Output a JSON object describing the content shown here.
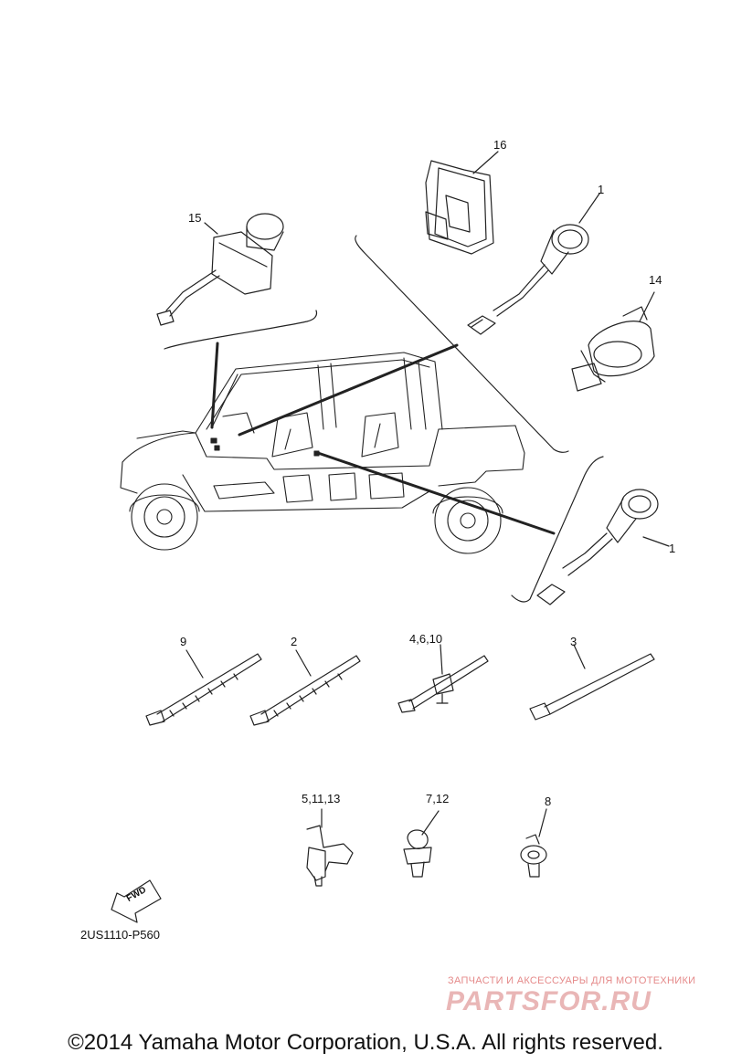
{
  "labels": {
    "p16": "16",
    "p1_top": "1",
    "p15": "15",
    "p14": "14",
    "p1_bottom": "1",
    "p9": "9",
    "p2": "2",
    "p4_6_10": "4,6,10",
    "p3": "3",
    "p5_11_13": "5,11,13",
    "p7_12": "7,12",
    "p8": "8"
  },
  "fwd": "FWD",
  "diagram_code": "2US1110-P560",
  "watermark": {
    "tagline": "ЗАПЧАСТИ И АКСЕССУАРЫ ДЛЯ МОТОТЕХНИКИ",
    "brand": "PARTSFOR.RU"
  },
  "copyright": "©2014 Yamaha Motor Corporation, U.S.A. All rights reserved.",
  "colors": {
    "line": "#222222",
    "watermark": "#e9b6b6"
  }
}
